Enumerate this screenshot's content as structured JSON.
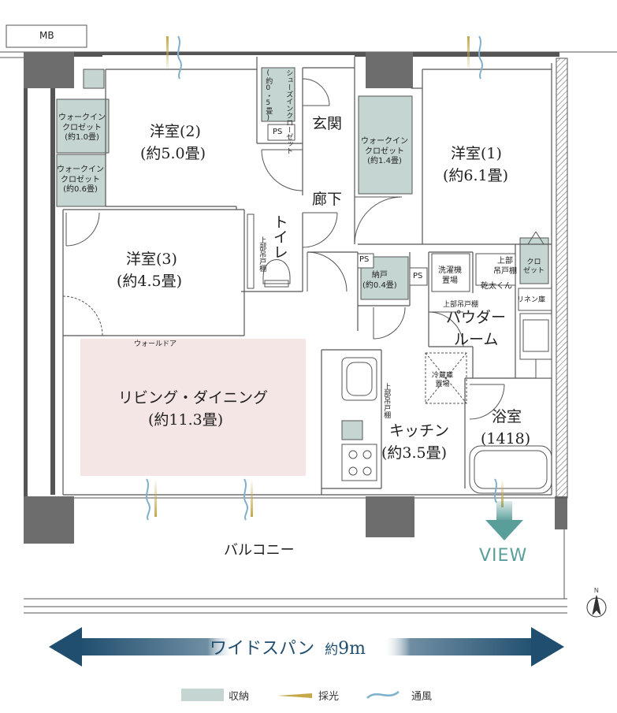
{
  "rooms": {
    "western2_name": "洋室(2)",
    "western2_size": "(約5.0畳)",
    "western1_name": "洋室(1)",
    "western1_size": "(約6.1畳)",
    "western3_name": "洋室(3)",
    "western3_size": "(約4.5畳)",
    "living_name": "リビング・ダイニング",
    "living_size": "(約11.3畳)",
    "kitchen_name": "キッチン",
    "kitchen_size": "(約3.5畳)",
    "bath_name": "浴室",
    "bath_size": "(1418)",
    "entrance": "玄関",
    "hallway": "廊下",
    "toilet": "トイレ",
    "powder_room_1": "パウダー",
    "powder_room_2": "ルーム",
    "balcony": "バルコニー"
  },
  "storage": {
    "mb": "MB",
    "wic_a_1": "ウォークイン",
    "wic_a_2": "クロゼット",
    "wic_a_3": "(約1.0畳)",
    "wic_b_1": "ウォークイン",
    "wic_b_2": "クロゼット",
    "wic_b_3": "(約0.6畳)",
    "wic_c_1": "ウォークイン",
    "wic_c_2": "クロゼット",
    "wic_c_3": "(約1.4畳)",
    "shoes_wic": "シューズインクローゼット",
    "shoes_wic_size": "(約0・5畳)",
    "ps": "PS",
    "nando_1": "納戸",
    "nando_2": "(約0.4畳)",
    "washer_1": "洗濯機",
    "washer_2": "置場",
    "upper_cab_1": "上部",
    "upper_cab_2": "吊戸棚",
    "dryer": "乾太くん",
    "closet_1": "クロ",
    "closet_2": "ゼット",
    "linen": "リネン庫",
    "upper_cab_long": "上部吊戸棚",
    "fridge_1": "冷蔵庫",
    "fridge_2": "置場",
    "toilet_cab": "上部吊戸棚",
    "kitchen_cab": "上部吊戸棚",
    "wall_door": "ウォールドア"
  },
  "footer": {
    "widespan": "ワイドスパン",
    "approx": "約",
    "span_value": "9m",
    "view": "VIEW"
  },
  "legend": {
    "storage": "収納",
    "light": "採光",
    "wind": "通風"
  },
  "colors": {
    "storage": "#c5d5d2",
    "living_fill": "#f4e6e4",
    "arrow": "#1f4e6e",
    "view": "#5a9e9a",
    "light": "#c4a84a",
    "wind": "#7fb0cc"
  }
}
